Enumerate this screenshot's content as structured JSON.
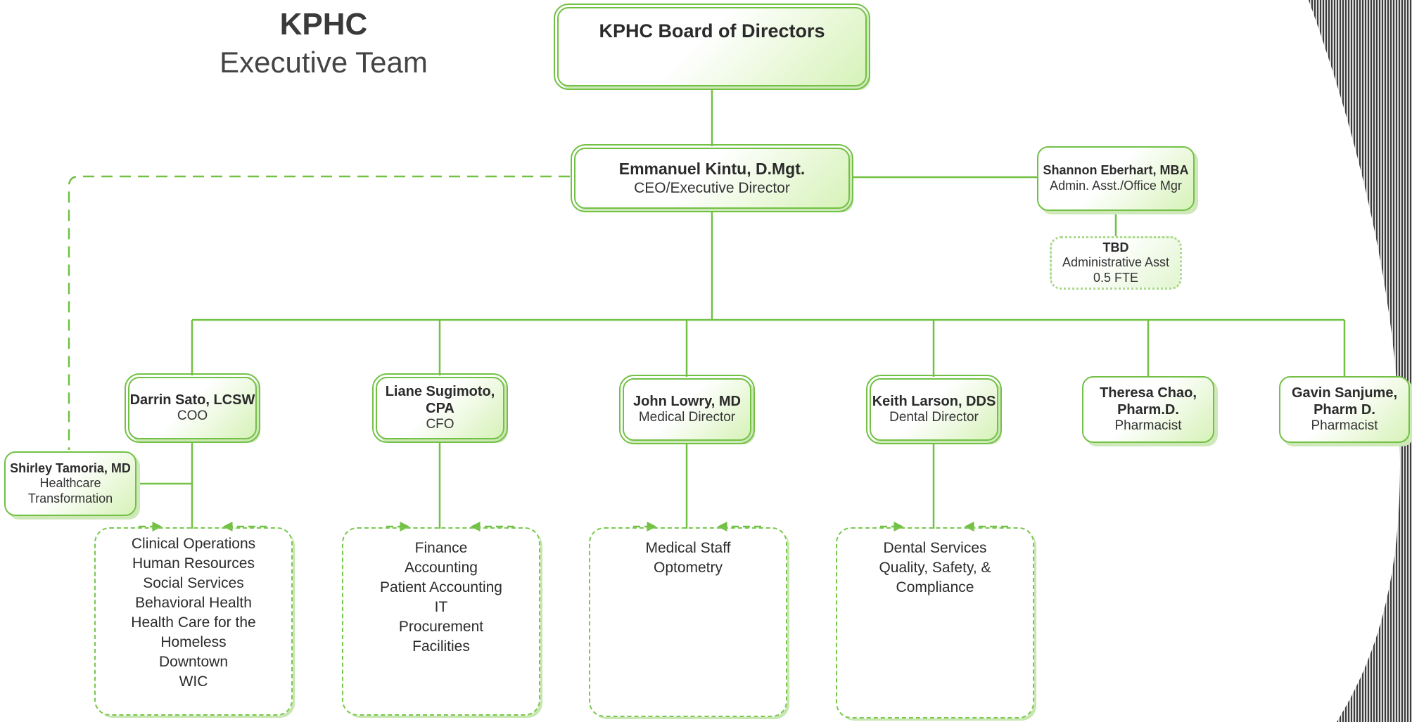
{
  "title": {
    "line1": "KPHC",
    "line2": "Executive Team"
  },
  "colors": {
    "box_border": "#72c145",
    "connector": "#72c145",
    "fill_gradient_end": "#d6f2b8"
  },
  "board": {
    "name": "KPHC Board of Directors"
  },
  "ceo": {
    "name": "Emmanuel Kintu, D.Mgt.",
    "role": "CEO/Executive Director"
  },
  "assistant": {
    "name": "Shannon Eberhart, MBA",
    "role": "Admin. Asst./Office Mgr"
  },
  "tbd": {
    "name": "TBD",
    "role": "Administrative Asst",
    "fte": "0.5 FTE"
  },
  "advisor": {
    "name": "Shirley Tamoria, MD",
    "role_line1": "Healthcare",
    "role_line2": "Transformation"
  },
  "directors": [
    {
      "name": "Darrin Sato, LCSW",
      "role": "COO"
    },
    {
      "name_line1": "Liane Sugimoto,",
      "name_line2": "CPA",
      "role": "CFO"
    },
    {
      "name": "John Lowry, MD",
      "role": "Medical Director"
    },
    {
      "name": "Keith Larson, DDS",
      "role": "Dental Director"
    },
    {
      "name_line1": "Theresa Chao,",
      "name_line2": "Pharm.D.",
      "role": "Pharmacist"
    },
    {
      "name_line1": "Gavin Sanjume,",
      "name_line2": "Pharm D.",
      "role": "Pharmacist"
    }
  ],
  "departments": [
    [
      "Clinical Operations",
      "Human Resources",
      "Social Services",
      "Behavioral Health",
      "Health Care for the",
      "Homeless",
      "Downtown",
      "WIC"
    ],
    [
      "Finance",
      "Accounting",
      "Patient Accounting",
      "IT",
      "Procurement",
      "Facilities"
    ],
    [
      "Medical Staff",
      "Optometry"
    ],
    [
      "Dental Services",
      "Quality, Safety, &",
      "Compliance"
    ]
  ]
}
